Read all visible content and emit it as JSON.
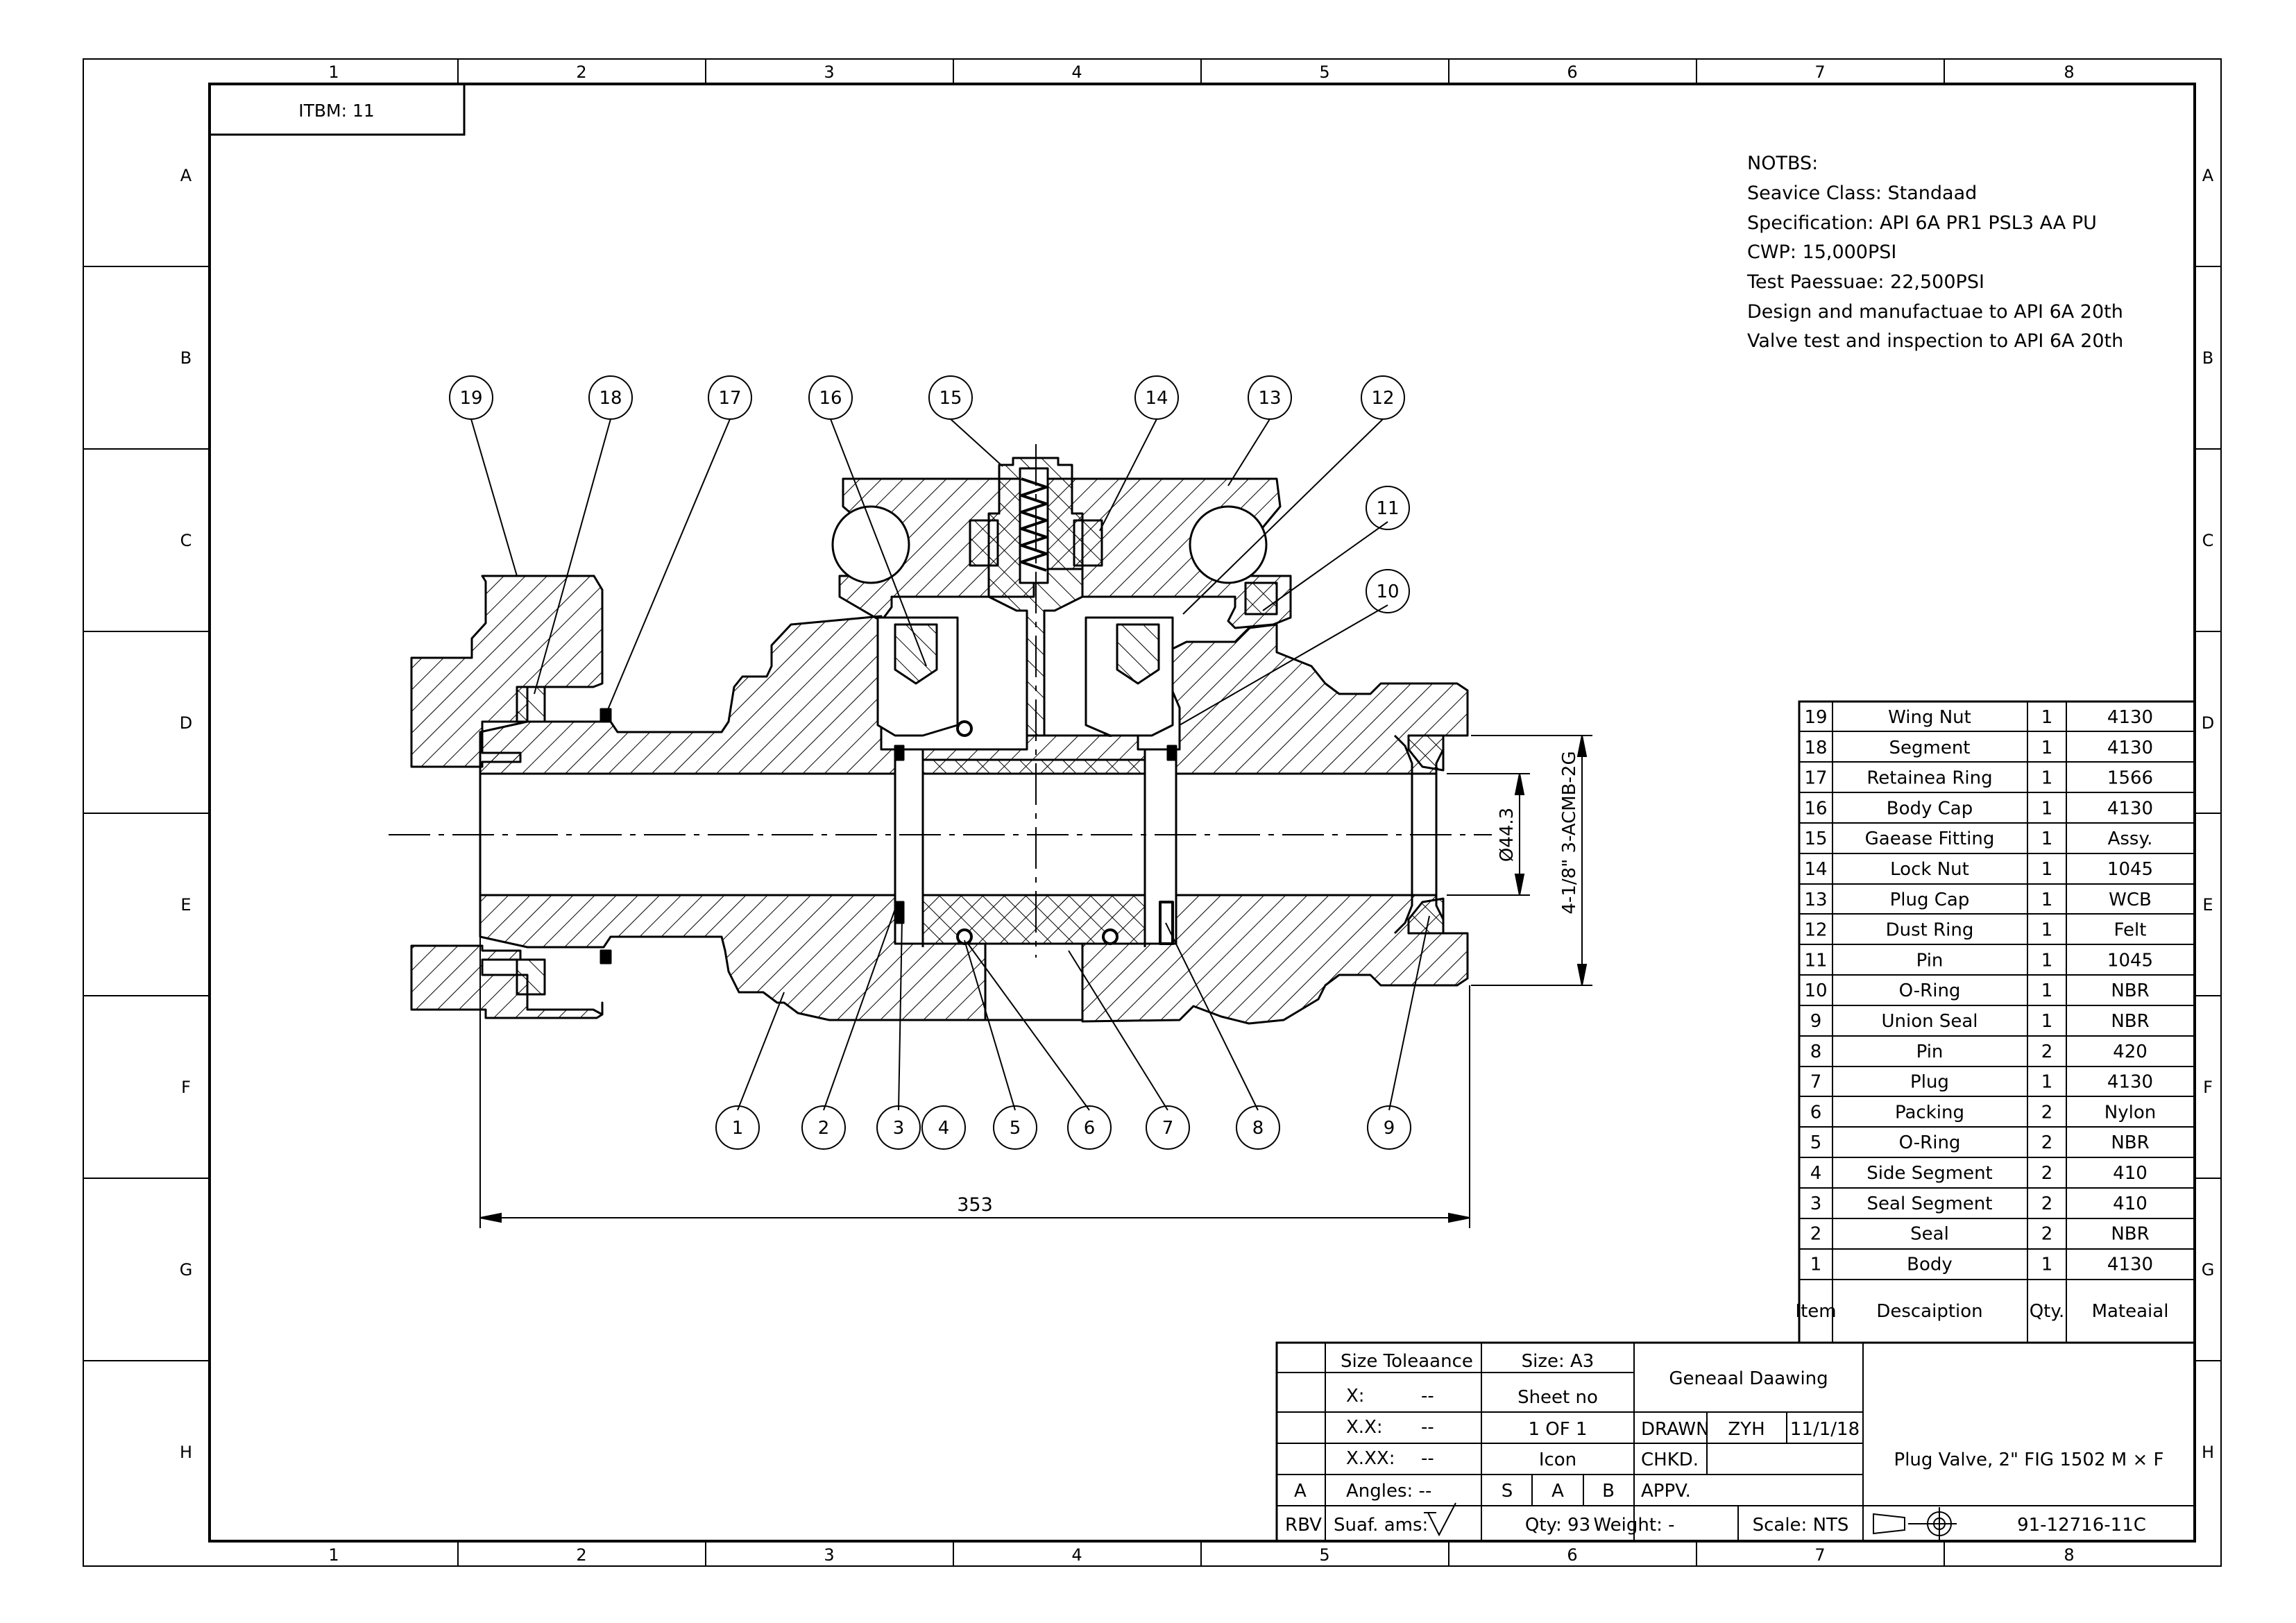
{
  "grid": {
    "columns": [
      "1",
      "2",
      "3",
      "4",
      "5",
      "6",
      "7",
      "8"
    ],
    "rows": [
      "A",
      "B",
      "C",
      "D",
      "E",
      "F",
      "G",
      "H"
    ]
  },
  "item_tag": "ITBM: 11",
  "notes": {
    "heading": "NOTBS:",
    "lines": [
      "Seavice Class: Standaad",
      "Specification: API 6A PR1 PSL3 AA PU",
      "CWP: 15,000PSI",
      "Test Paessuae: 22,500PSI",
      "Design and manufactuae to API 6A 20th",
      "Valve test and inspection to API 6A 20th"
    ]
  },
  "balloons": [
    "19",
    "18",
    "17",
    "16",
    "15",
    "14",
    "13",
    "12",
    "11",
    "10",
    "1",
    "2",
    "3",
    "4",
    "5",
    "6",
    "7",
    "8",
    "9"
  ],
  "dimensions": {
    "length": "353",
    "bore": "Ø44.3",
    "thread": "4-1/8\" 3-ACMB-2G"
  },
  "bom": {
    "headers": {
      "item": "Item",
      "description": "Descaiption",
      "qty": "Qty.",
      "material": "Mateaial"
    },
    "rows": [
      {
        "item": "19",
        "description": "Wing Nut",
        "qty": "1",
        "material": "4130"
      },
      {
        "item": "18",
        "description": "Segment",
        "qty": "1",
        "material": "4130"
      },
      {
        "item": "17",
        "description": "Retainea Ring",
        "qty": "1",
        "material": "1566"
      },
      {
        "item": "16",
        "description": "Body Cap",
        "qty": "1",
        "material": "4130"
      },
      {
        "item": "15",
        "description": "Gaease Fitting",
        "qty": "1",
        "material": "Assy."
      },
      {
        "item": "14",
        "description": "Lock Nut",
        "qty": "1",
        "material": "1045"
      },
      {
        "item": "13",
        "description": "Plug Cap",
        "qty": "1",
        "material": "WCB"
      },
      {
        "item": "12",
        "description": "Dust Ring",
        "qty": "1",
        "material": "Felt"
      },
      {
        "item": "11",
        "description": "Pin",
        "qty": "1",
        "material": "1045"
      },
      {
        "item": "10",
        "description": "O-Ring",
        "qty": "1",
        "material": "NBR"
      },
      {
        "item": "9",
        "description": "Union Seal",
        "qty": "1",
        "material": "NBR"
      },
      {
        "item": "8",
        "description": "Pin",
        "qty": "2",
        "material": "420"
      },
      {
        "item": "7",
        "description": "Plug",
        "qty": "1",
        "material": "4130"
      },
      {
        "item": "6",
        "description": "Packing",
        "qty": "2",
        "material": "Nylon"
      },
      {
        "item": "5",
        "description": "O-Ring",
        "qty": "2",
        "material": "NBR"
      },
      {
        "item": "4",
        "description": "Side Segment",
        "qty": "2",
        "material": "410"
      },
      {
        "item": "3",
        "description": "Seal Segment",
        "qty": "2",
        "material": "410"
      },
      {
        "item": "2",
        "description": "Seal",
        "qty": "2",
        "material": "NBR"
      },
      {
        "item": "1",
        "description": "Body",
        "qty": "1",
        "material": "4130"
      }
    ]
  },
  "title_block": {
    "size_tolerance": "Size Toleaance",
    "x": "X:",
    "xx": "X.X:",
    "xxx": "X.XX:",
    "angles": "Angles: --",
    "dash": "--",
    "size": "Size: A3",
    "sheet_no": "Sheet no",
    "sheet": "1 OF 1",
    "icon": "Icon",
    "s": "S",
    "a": "A",
    "b": "B",
    "rev_a": "A",
    "rev": "RBV",
    "surface": "Suaf. ams:",
    "qty": "Qty: 93",
    "general_drawing": "Geneaal Daawing",
    "drawn": "DRAWN",
    "drawn_by": "ZYH",
    "drawn_date": "11/1/18",
    "checked": "CHKD.",
    "approved": "APPV.",
    "weight": "Weight: -",
    "scale": "Scale: NTS",
    "title": "Plug Valve, 2\" FIG 1502 M × F",
    "drawing_number": "91-12716-11C"
  }
}
